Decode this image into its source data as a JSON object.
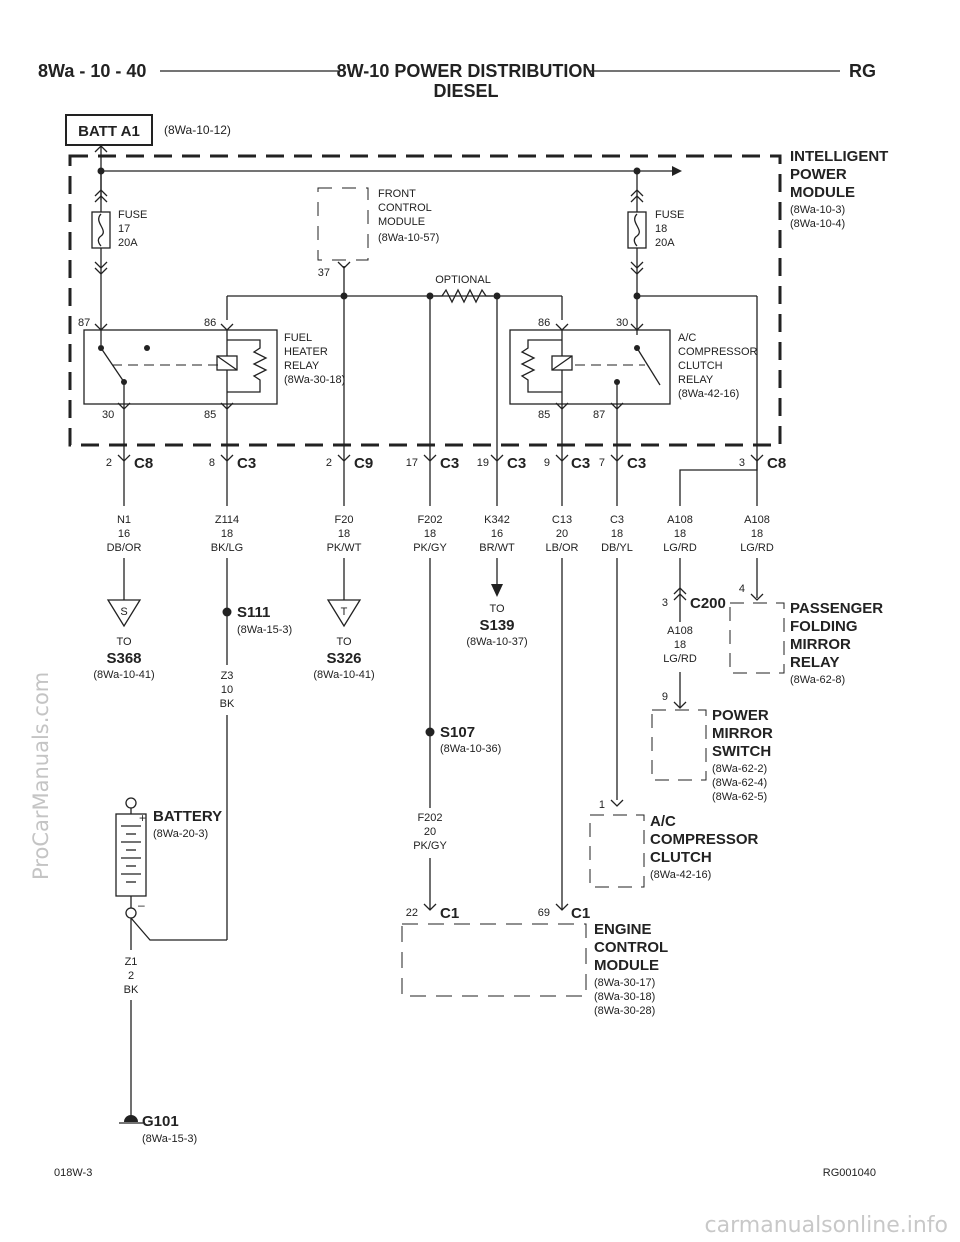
{
  "header": {
    "page_ref": "8Wa - 10 - 40",
    "title": "8W-10 POWER DISTRIBUTION",
    "subtitle": "DIESEL",
    "code": "RG"
  },
  "source": {
    "label": "BATT A1",
    "ref": "(8Wa-10-12)"
  },
  "ipm": {
    "name": [
      "INTELLIGENT",
      "POWER",
      "MODULE"
    ],
    "refs": [
      "(8Wa-10-3)",
      "(8Wa-10-4)"
    ]
  },
  "fuse17": [
    "FUSE",
    "17",
    "20A"
  ],
  "fuse18": [
    "FUSE",
    "18",
    "20A"
  ],
  "fcm": {
    "lines": [
      "FRONT",
      "CONTROL",
      "MODULE",
      "(8Wa-10-57)"
    ],
    "pin": "37"
  },
  "optional_label": "OPTIONAL",
  "fuel_relay": {
    "lines": [
      "FUEL",
      "HEATER",
      "RELAY",
      "(8Wa-30-18)"
    ],
    "pins": [
      "87",
      "86",
      "30",
      "85"
    ]
  },
  "ac_relay": {
    "lines": [
      "A/C",
      "COMPRESSOR",
      "CLUTCH",
      "RELAY",
      "(8Wa-42-16)"
    ],
    "pins": [
      "86",
      "30",
      "85",
      "87"
    ]
  },
  "connectors": [
    {
      "pin": "2",
      "name": "C8"
    },
    {
      "pin": "8",
      "name": "C3"
    },
    {
      "pin": "2",
      "name": "C9"
    },
    {
      "pin": "17",
      "name": "C3"
    },
    {
      "pin": "19",
      "name": "C3"
    },
    {
      "pin": "9",
      "name": "C3"
    },
    {
      "pin": "7",
      "name": "C3"
    },
    {
      "pin": "3",
      "name": "C8"
    }
  ],
  "wires": [
    [
      "N1",
      "16",
      "DB/OR"
    ],
    [
      "Z114",
      "18",
      "BK/LG"
    ],
    [
      "F20",
      "18",
      "PK/WT"
    ],
    [
      "F202",
      "18",
      "PK/GY"
    ],
    [
      "K342",
      "16",
      "BR/WT"
    ],
    [
      "C13",
      "20",
      "LB/OR"
    ],
    [
      "C3",
      "18",
      "DB/YL"
    ],
    [
      "A108",
      "18",
      "LG/RD"
    ],
    [
      "A108",
      "18",
      "LG/RD"
    ]
  ],
  "s368": {
    "marker": "S",
    "to": "TO",
    "name": "S368",
    "ref": "(8Wa-10-41)"
  },
  "s326": {
    "marker": "T",
    "to": "TO",
    "name": "S326",
    "ref": "(8Wa-10-41)"
  },
  "s139": {
    "to": "TO",
    "name": "S139",
    "ref": "(8Wa-10-37)"
  },
  "s111": {
    "name": "S111",
    "ref": "(8Wa-15-3)"
  },
  "z3": [
    "Z3",
    "10",
    "BK"
  ],
  "s107": {
    "name": "S107",
    "ref": "(8Wa-10-36)"
  },
  "f202b": [
    "F202",
    "20",
    "PK/GY"
  ],
  "c200": {
    "pin": "3",
    "name": "C200",
    "wire": [
      "A108",
      "18",
      "LG/RD"
    ]
  },
  "pfmr": {
    "pin": "4",
    "name": [
      "PASSENGER",
      "FOLDING",
      "MIRROR",
      "RELAY"
    ],
    "ref": "(8Wa-62-8)"
  },
  "pms": {
    "pin": "9",
    "name": [
      "POWER",
      "MIRROR",
      "SWITCH"
    ],
    "refs": [
      "(8Wa-62-2)",
      "(8Wa-62-4)",
      "(8Wa-62-5)"
    ]
  },
  "acc": {
    "pin": "1",
    "name": [
      "A/C",
      "COMPRESSOR",
      "CLUTCH"
    ],
    "ref": "(8Wa-42-16)"
  },
  "battery": {
    "name": "BATTERY",
    "ref": "(8Wa-20-3)",
    "plus": "+",
    "minus": "–"
  },
  "z1": [
    "Z1",
    "2",
    "BK"
  ],
  "ecm": {
    "pin1": "22",
    "conn1": "C1",
    "pin2": "69",
    "conn2": "C1",
    "name": [
      "ENGINE",
      "CONTROL",
      "MODULE"
    ],
    "refs": [
      "(8Wa-30-17)",
      "(8Wa-30-18)",
      "(8Wa-30-28)"
    ]
  },
  "g101": {
    "name": "G101",
    "ref": "(8Wa-15-3)"
  },
  "footer": {
    "left": "018W-3",
    "right": "RG001040"
  },
  "watermarks": {
    "side": "ProCarManuals.com",
    "bottom": "carmanualsonline.info"
  }
}
